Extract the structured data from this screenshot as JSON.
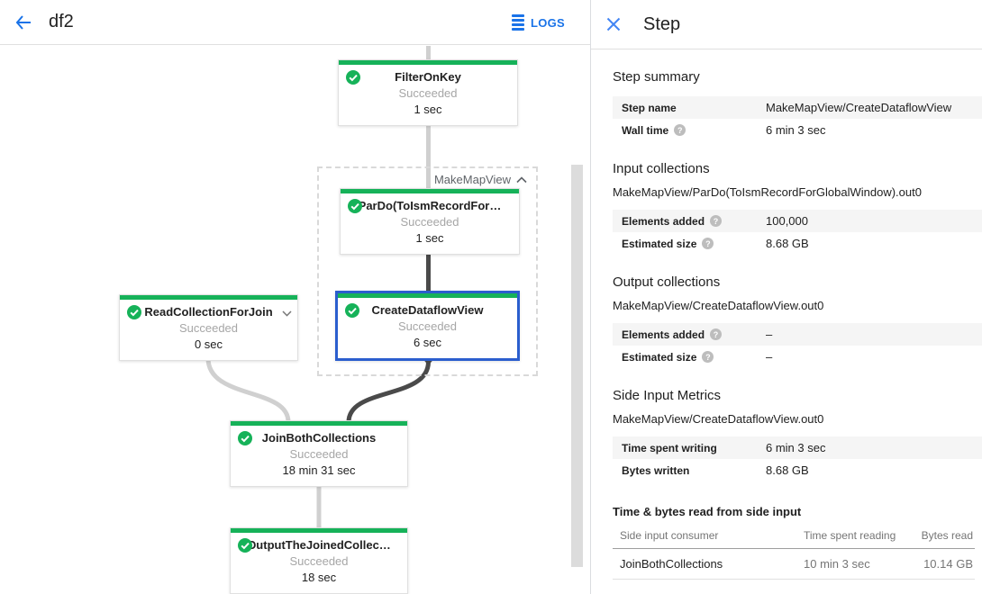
{
  "colors": {
    "success_green": "#16b259",
    "selected_blue": "#2b5ece",
    "accent_blue": "#1a73e8",
    "edge_light": "#d0d0d0",
    "edge_dark": "#4a4a4a",
    "row_shade": "#f5f5f5"
  },
  "topbar": {
    "title": "df2",
    "logs_label": "LOGS"
  },
  "graph": {
    "group_label": "MakeMapView",
    "nodes": {
      "filter_on_key": {
        "title": "FilterOnKey",
        "status": "Succeeded",
        "time": "1 sec"
      },
      "pardo_to_ism": {
        "title": "ParDo(ToIsmRecordFor…",
        "status": "Succeeded",
        "time": "1 sec"
      },
      "create_dataflow_view": {
        "title": "CreateDataflowView",
        "status": "Succeeded",
        "time": "6 sec"
      },
      "read_collection": {
        "title": "ReadCollectionForJoin",
        "status": "Succeeded",
        "time": "0 sec"
      },
      "join_both": {
        "title": "JoinBothCollections",
        "status": "Succeeded",
        "time": "18 min 31 sec"
      },
      "output_joined": {
        "title": "OutputTheJoinedCollec…",
        "status": "Succeeded",
        "time": "18 sec"
      }
    }
  },
  "panel": {
    "title": "Step",
    "step_summary": {
      "heading": "Step summary",
      "rows": {
        "step_name": {
          "label": "Step name",
          "value": "MakeMapView/CreateDataflowView"
        },
        "wall_time": {
          "label": "Wall time",
          "value": "6 min 3 sec"
        }
      }
    },
    "input_collections": {
      "heading": "Input collections",
      "subtitle": "MakeMapView/ParDo(ToIsmRecordForGlobalWindow).out0",
      "rows": {
        "elements_added": {
          "label": "Elements added",
          "value": "100,000"
        },
        "estimated_size": {
          "label": "Estimated size",
          "value": "8.68 GB"
        }
      }
    },
    "output_collections": {
      "heading": "Output collections",
      "subtitle": "MakeMapView/CreateDataflowView.out0",
      "rows": {
        "elements_added": {
          "label": "Elements added",
          "value": "–"
        },
        "estimated_size": {
          "label": "Estimated size",
          "value": "–"
        }
      }
    },
    "side_input_metrics": {
      "heading": "Side Input Metrics",
      "subtitle": "MakeMapView/CreateDataflowView.out0",
      "rows": {
        "time_spent_writing": {
          "label": "Time spent writing",
          "value": "6 min 3 sec"
        },
        "bytes_written": {
          "label": "Bytes written",
          "value": "8.68 GB"
        }
      }
    },
    "side_input_table": {
      "heading": "Time & bytes read from side input",
      "columns": {
        "consumer": "Side input consumer",
        "time": "Time spent reading",
        "bytes": "Bytes read"
      },
      "rows": {
        "r0": {
          "consumer": "JoinBothCollections",
          "time": "10 min 3 sec",
          "bytes": "10.14 GB"
        }
      }
    }
  }
}
